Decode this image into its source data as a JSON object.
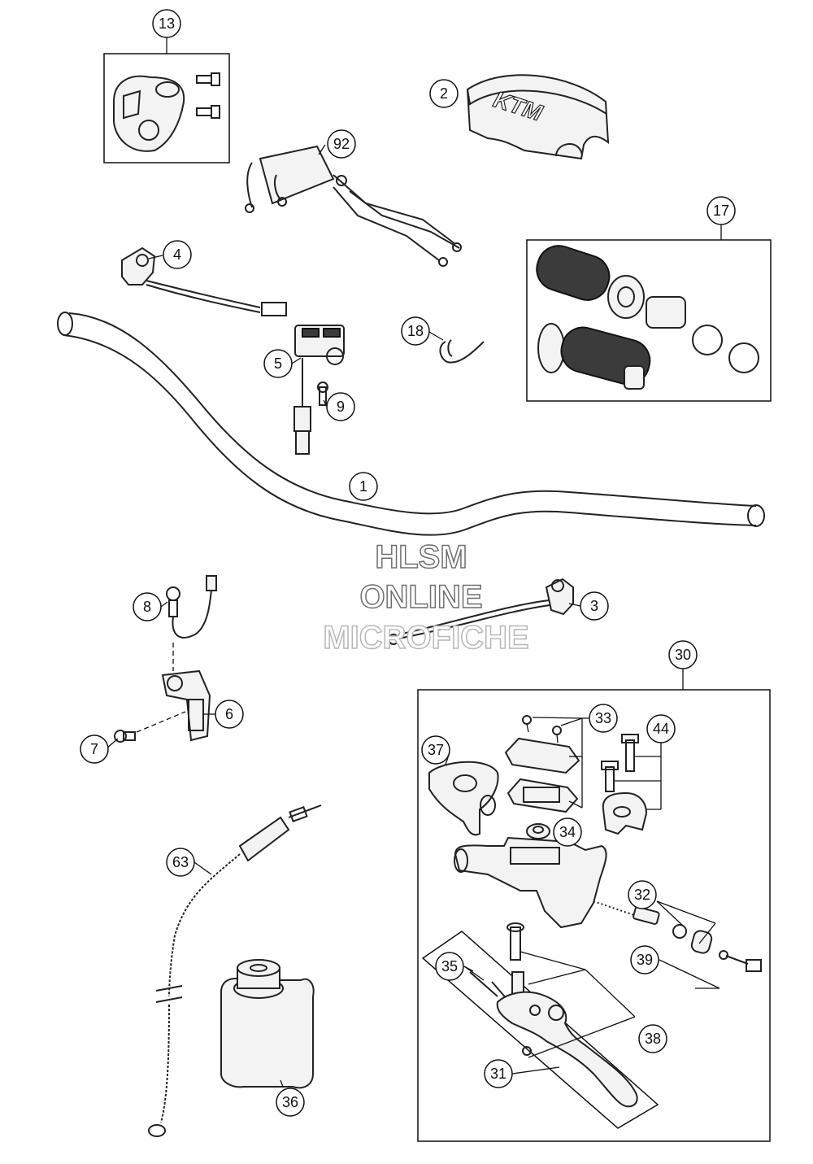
{
  "diagram": {
    "part_numbers": {
      "p1": "1",
      "p2": "2",
      "p3": "3",
      "p4": "4",
      "p5": "5",
      "p6": "6",
      "p7": "7",
      "p8": "8",
      "p9": "9",
      "p13": "13",
      "p17": "17",
      "p18": "18",
      "p30": "30",
      "p31": "31",
      "p32": "32",
      "p33": "33",
      "p34": "34",
      "p35": "35",
      "p36": "36",
      "p37": "37",
      "p38": "38",
      "p39": "39",
      "p44": "44",
      "p63": "63",
      "p92": "92"
    },
    "brand_logo_text": "KTM",
    "watermark": {
      "line1": "HLSM",
      "line2": "ONLINE",
      "line3": "MICROFICHE"
    },
    "colors": {
      "line": "#222222",
      "grip": "#3b3b3b",
      "background": "#ffffff"
    }
  }
}
